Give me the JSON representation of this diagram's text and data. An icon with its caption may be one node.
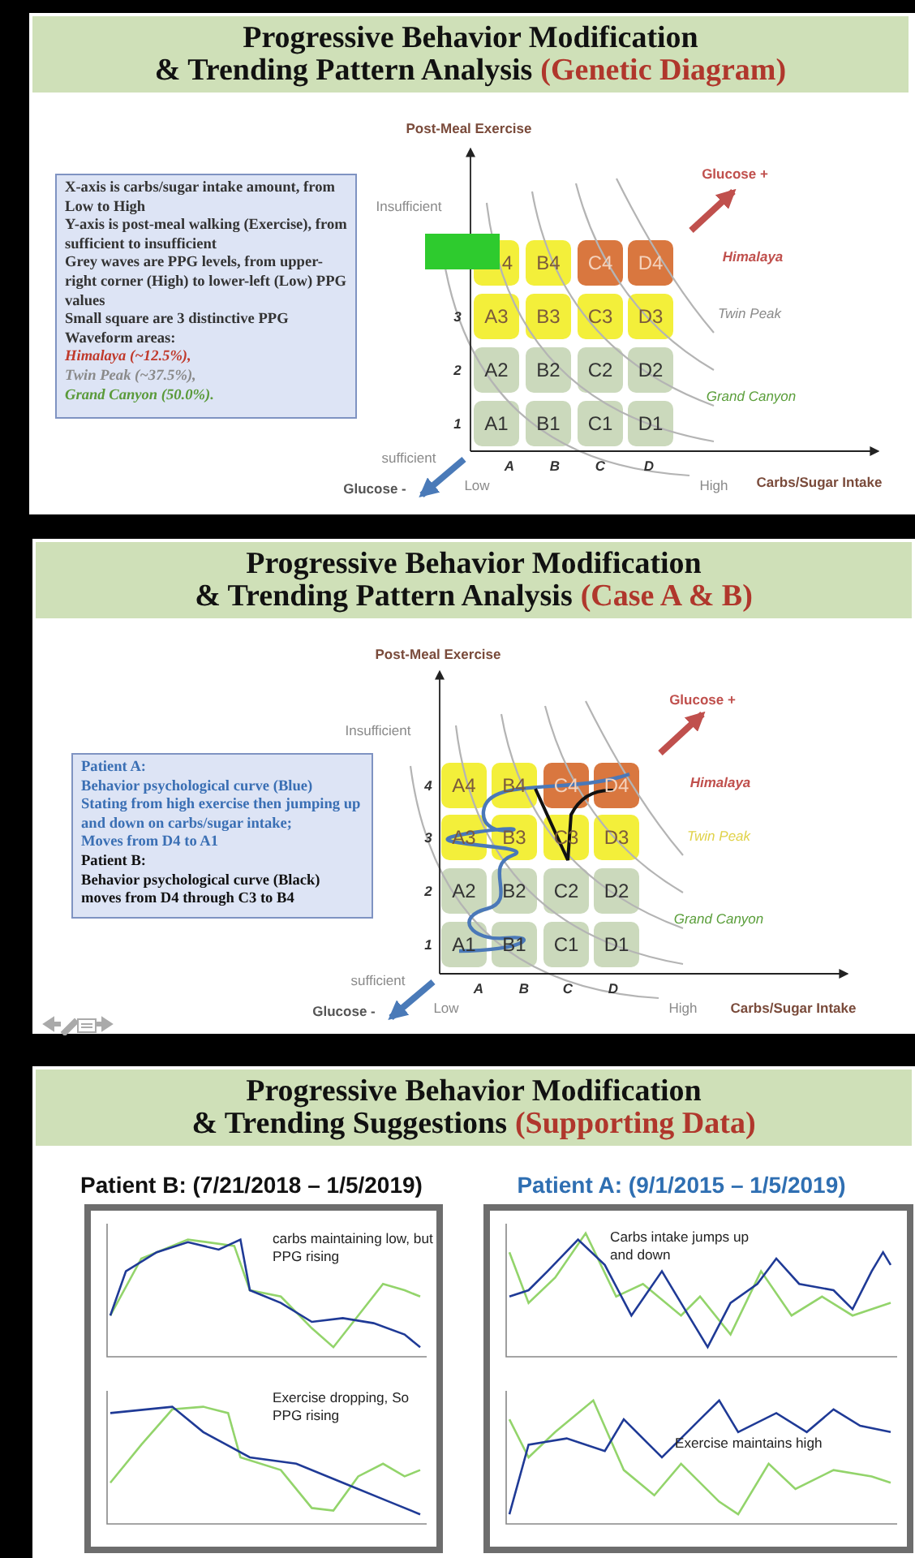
{
  "diagram": {
    "nodes": [
      {
        "text": [
          "Progressive Behavior Modification",
          "& Trending Pattern Analysis",
          "(Genetic Diagram)"
        ]
      },
      {
        "text": [
          "X-axis is carbs/sugar intake amount, from Low to High",
          "Y-axis is post-meal walking (Exercise), from sufficient to insufficient",
          "Grey waves are PPG levels, from upper-right corner (High) to lower-left (Low) PPG values",
          "Small square are 3 distinctive PPG Waveform areas:",
          "Himalaya (~12.5%),",
          "Twin Peak (~37.5%),",
          "Grand Canyon (50.0%)."
        ]
      },
      {
        "text": [
          "4"
        ]
      },
      {
        "text": [
          "B4"
        ]
      },
      {
        "text": [
          "C4"
        ]
      },
      {
        "text": [
          "D4"
        ]
      },
      {
        "text": [
          "A3"
        ]
      },
      {
        "text": [
          "B3"
        ]
      },
      {
        "text": [
          "C3"
        ]
      },
      {
        "text": [
          "D3"
        ]
      },
      {
        "text": [
          "A2"
        ]
      },
      {
        "text": [
          "B2"
        ]
      },
      {
        "text": [
          "C2"
        ]
      },
      {
        "text": [
          "D2"
        ]
      },
      {
        "text": [
          "A1"
        ]
      },
      {
        "text": [
          "B1"
        ]
      },
      {
        "text": [
          "C1"
        ]
      },
      {
        "text": [
          "D1"
        ]
      },
      {
        "text": [
          "Progressive Behavior Modification",
          "& Trending Pattern Analysis",
          "(Case A & B)"
        ]
      },
      {
        "text": [
          "Patient A:",
          "Behavior psychological curve (Blue)",
          "Stating from high exercise then jumping up and down on carbs/sugar intake;",
          "Moves from D4 to A1",
          "Patient B:",
          "Behavior psychological curve (Black) moves from D4 through C3 to B4"
        ]
      },
      {
        "text": [
          "A4"
        ]
      },
      {
        "text": [
          "B4"
        ]
      },
      {
        "text": [
          "C4"
        ]
      },
      {
        "text": [
          "D4"
        ]
      },
      {
        "text": [
          "A3"
        ]
      },
      {
        "text": [
          "B3"
        ]
      },
      {
        "text": [
          "C3"
        ]
      },
      {
        "text": [
          "D3"
        ]
      },
      {
        "text": [
          "A2"
        ]
      },
      {
        "text": [
          "B2"
        ]
      },
      {
        "text": [
          "C2"
        ]
      },
      {
        "text": [
          "D2"
        ]
      },
      {
        "text": [
          "A1"
        ]
      },
      {
        "text": [
          "B1"
        ]
      },
      {
        "text": [
          "C1"
        ]
      },
      {
        "text": [
          "D1"
        ]
      },
      {
        "text": [
          "Progressive Behavior Modification",
          "& Trending Suggestions",
          "(Supporting Data)"
        ]
      },
      {
        "text": [
          "carbs maintaining low, but PPG rising",
          "Exercise dropping, So PPG rising"
        ]
      },
      {
        "text": [
          "Carbs intake jumps up and down",
          "Exercise maintains high"
        ]
      }
    ],
    "labels": [
      "Post-Meal Exercise",
      "Glucose +",
      "Insufficient",
      "Himalaya",
      "3",
      "Twin Peak",
      "2",
      "Grand Canyon",
      "1",
      "sufficient",
      "A",
      "B",
      "C",
      "D",
      "Glucose -",
      "Low",
      "High",
      "Carbs/Sugar Intake",
      "Post-Meal Exercise",
      "Glucose +",
      "Insufficient",
      "4",
      "Himalaya",
      "3",
      "Twin Peak",
      "2",
      "Grand Canyon",
      "1",
      "sufficient",
      "A",
      "B",
      "C",
      "D",
      "Glucose -",
      "Low",
      "High",
      "Carbs/Sugar Intake",
      "Patient B: (7/21/2018 – 1/5/2019)",
      "Patient A: (9/1/2015 – 1/5/2019)"
    ]
  }
}
